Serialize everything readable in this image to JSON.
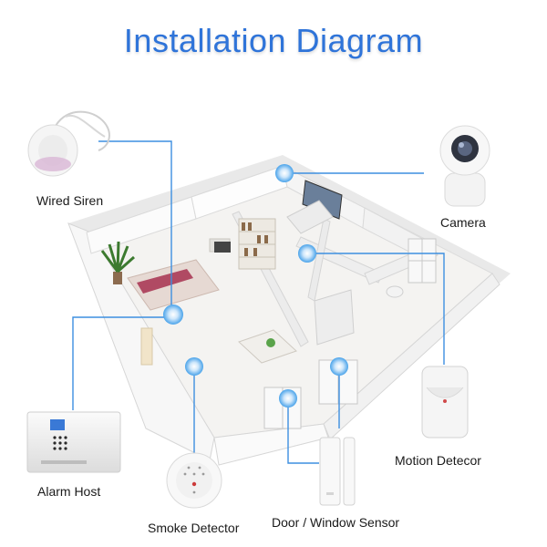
{
  "title": "Installation Diagram",
  "colors": {
    "title": "#2f74d9",
    "connector": "#3d8fe0",
    "hotspot": "#4aa3ea"
  },
  "devices": [
    {
      "id": "wired-siren",
      "label": "Wired Siren",
      "icon": "siren-icon"
    },
    {
      "id": "camera",
      "label": "Camera",
      "icon": "camera-icon"
    },
    {
      "id": "alarm-host",
      "label": "Alarm Host",
      "icon": "alarm-panel-icon"
    },
    {
      "id": "motion-detector",
      "label": "Motion Detecor",
      "icon": "pir-sensor-icon"
    },
    {
      "id": "smoke-detector",
      "label": "Smoke Detector",
      "icon": "smoke-detector-icon"
    },
    {
      "id": "door-window-sensor",
      "label": "Door / Window Sensor",
      "icon": "door-sensor-icon"
    }
  ]
}
